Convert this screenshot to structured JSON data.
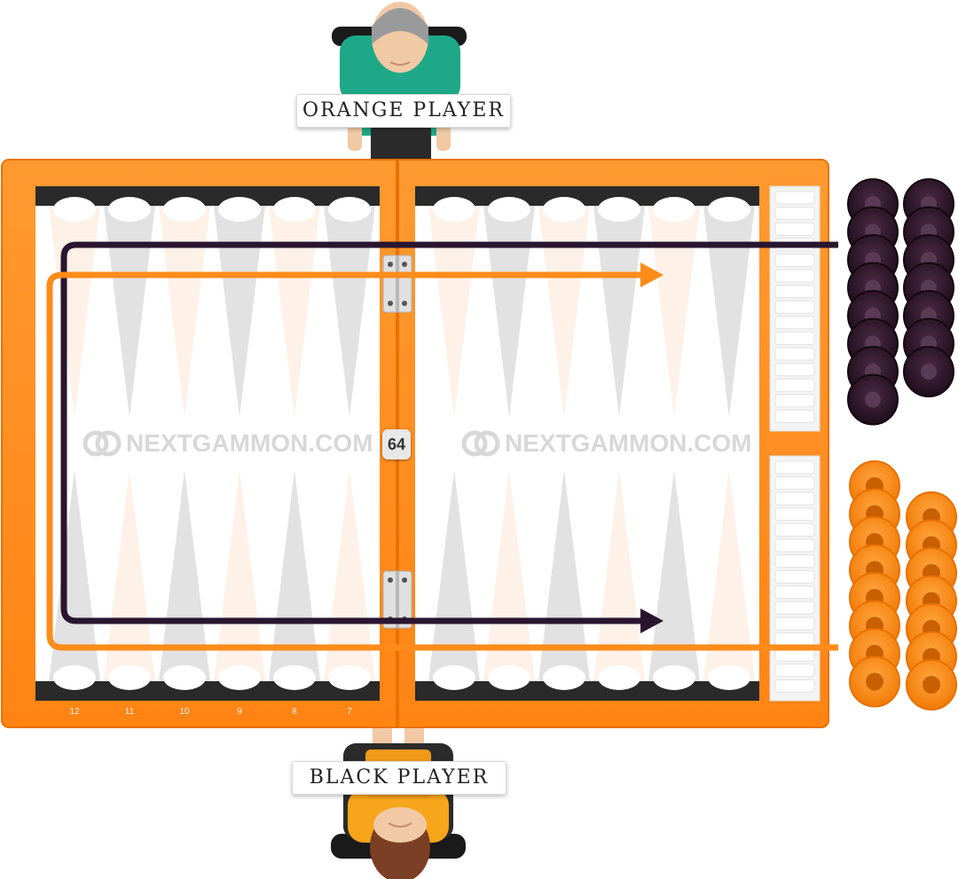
{
  "players": {
    "top_label": "ORANGE PLAYER",
    "bottom_label": "BLACK PLAYER"
  },
  "board": {
    "watermark_left": "NEXTGAMMON.COM",
    "watermark_right": "NEXTGAMMON.COM",
    "doubling_cube": "64",
    "point_numbers_bottom_left": [
      "12",
      "11",
      "10",
      "9",
      "8",
      "7"
    ]
  },
  "colors": {
    "board_frame": "#ff8a1c",
    "board_frame_dark": "#f07800",
    "orange_checker": "#ff8c1a",
    "black_checker": "#3a1f33",
    "black_arrow": "#2a1530",
    "orange_arrow": "#ff8c1a",
    "light_point": "#fdf1e8",
    "grey_point": "#e2e2e2"
  },
  "checkers": {
    "black_count": 15,
    "orange_count": 15
  },
  "icons": [
    "top-player-avatar",
    "bottom-player-avatar",
    "nextgammon-logo-icon",
    "hinge-icon",
    "black-direction-arrow",
    "orange-direction-arrow"
  ]
}
